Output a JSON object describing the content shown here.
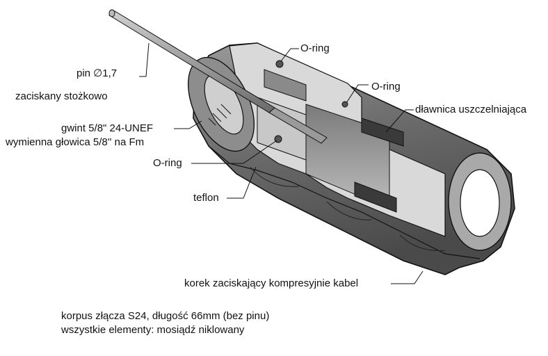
{
  "labels": {
    "pin": "pin ∅1,7",
    "crimp": "zaciskany stożkowo",
    "thread": "gwint 5/8\" 24-UNEF",
    "head": "wymienna głowica 5/8'' na Fm",
    "oring_left": "O-ring",
    "oring_top1": "O-ring",
    "oring_top2": "O-ring",
    "gland": "dławnica uszczelniająca",
    "teflon": "teflon",
    "cork": "korek zaciskający kompresyjnie kabel"
  },
  "notes": {
    "line1": "korpus złącza S24, długość 66mm (bez pinu)",
    "line2": "wszystkie elementy: mosiądź niklowany"
  },
  "colors": {
    "body_dark": "#5d5d5d",
    "body_mid": "#8c8c8c",
    "body_light": "#b9b9b9",
    "section": "#d9d9d9",
    "outline": "#111111"
  }
}
